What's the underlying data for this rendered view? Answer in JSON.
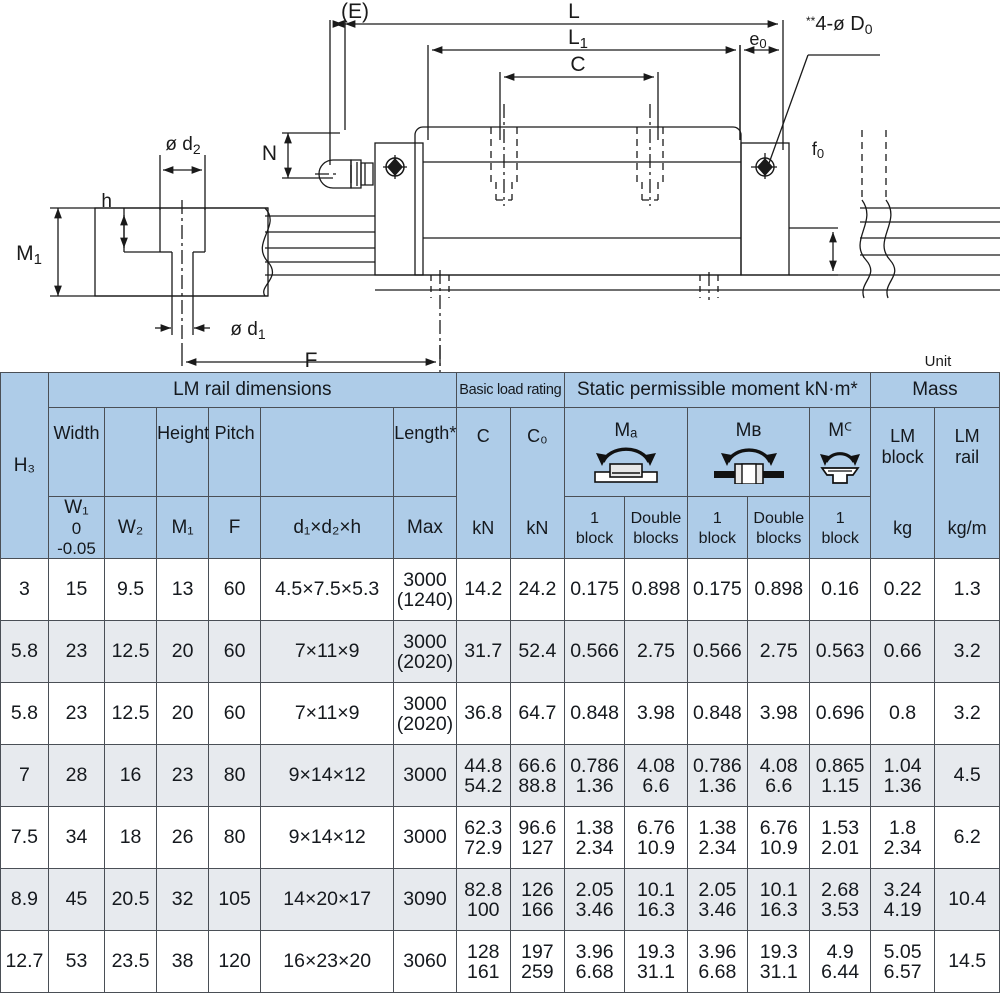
{
  "drawing": {
    "labels": {
      "E": "(E)",
      "L": "L",
      "L1": "L₁",
      "C": "C",
      "e0": "e₀",
      "f0": "f₀",
      "D0_note": "**4-ø D₀",
      "N": "N",
      "d2": "ø d₂",
      "d1": "ø d₁",
      "h": "h",
      "M1": "M₁",
      "F": "F"
    }
  },
  "table": {
    "unit_note": "Unit",
    "group_headers": {
      "lm_rail_dimensions": "LM rail dimensions",
      "basic_load_rating": "Basic load rating",
      "static_moment": "Static permissible moment kN·m*",
      "mass": "Mass"
    },
    "sub_headers": {
      "width": "Width",
      "height": "Height",
      "pitch": "Pitch",
      "length": "Length*",
      "MA": "Mₐ",
      "MB": "Mʙ",
      "MC": "Mꟲ",
      "lm_block": "LM\nblock",
      "lm_rail": "LM\nrail"
    },
    "symbols": {
      "H3": "H₃",
      "W1": "W₁",
      "W1_tol_upper": "0",
      "W1_tol_lower": "-0.05",
      "W2": "W₂",
      "M1": "M₁",
      "F": "F",
      "dims": "d₁×d₂×h",
      "max": "Max",
      "C": "C",
      "C0": "C₀"
    },
    "units": {
      "C_kn": "kN",
      "C0_kn": "kN",
      "one_block": "1\nblock",
      "double_blocks": "Double\nblocks",
      "kg": "kg",
      "kgm": "kg/m"
    },
    "columns": [
      "H3",
      "W1",
      "W2",
      "M1",
      "F",
      "d1xd2xh",
      "Max",
      "C",
      "C0",
      "MA_1block",
      "MA_double",
      "MB_1block",
      "MB_double",
      "MC_1block",
      "mass_block",
      "mass_rail"
    ],
    "rows": [
      {
        "H3": "3",
        "W1": "15",
        "W2": "9.5",
        "M1": "13",
        "F": "60",
        "dims": "4.5×7.5×5.3",
        "max": "3000\n(1240)",
        "C": "14.2",
        "C0": "24.2",
        "MA1": "0.175",
        "MAd": "0.898",
        "MB1": "0.175",
        "MBd": "0.898",
        "MC1": "0.16",
        "mass_block": "0.22",
        "mass_rail": "1.3"
      },
      {
        "H3": "5.8",
        "W1": "23",
        "W2": "12.5",
        "M1": "20",
        "F": "60",
        "dims": "7×11×9",
        "max": "3000\n(2020)",
        "C": "31.7",
        "C0": "52.4",
        "MA1": "0.566",
        "MAd": "2.75",
        "MB1": "0.566",
        "MBd": "2.75",
        "MC1": "0.563",
        "mass_block": "0.66",
        "mass_rail": "3.2"
      },
      {
        "H3": "5.8",
        "W1": "23",
        "W2": "12.5",
        "M1": "20",
        "F": "60",
        "dims": "7×11×9",
        "max": "3000\n(2020)",
        "C": "36.8",
        "C0": "64.7",
        "MA1": "0.848",
        "MAd": "3.98",
        "MB1": "0.848",
        "MBd": "3.98",
        "MC1": "0.696",
        "mass_block": "0.8",
        "mass_rail": "3.2"
      },
      {
        "H3": "7",
        "W1": "28",
        "W2": "16",
        "M1": "23",
        "F": "80",
        "dims": "9×14×12",
        "max": "3000",
        "C": "44.8\n54.2",
        "C0": "66.6\n88.8",
        "MA1": "0.786\n1.36",
        "MAd": "4.08\n6.6",
        "MB1": "0.786\n1.36",
        "MBd": "4.08\n6.6",
        "MC1": "0.865\n1.15",
        "mass_block": "1.04\n1.36",
        "mass_rail": "4.5"
      },
      {
        "H3": "7.5",
        "W1": "34",
        "W2": "18",
        "M1": "26",
        "F": "80",
        "dims": "9×14×12",
        "max": "3000",
        "C": "62.3\n72.9",
        "C0": "96.6\n127",
        "MA1": "1.38\n2.34",
        "MAd": "6.76\n10.9",
        "MB1": "1.38\n2.34",
        "MBd": "6.76\n10.9",
        "MC1": "1.53\n2.01",
        "mass_block": "1.8\n2.34",
        "mass_rail": "6.2"
      },
      {
        "H3": "8.9",
        "W1": "45",
        "W2": "20.5",
        "M1": "32",
        "F": "105",
        "dims": "14×20×17",
        "max": "3090",
        "C": "82.8\n100",
        "C0": "126\n166",
        "MA1": "2.05\n3.46",
        "MAd": "10.1\n16.3",
        "MB1": "2.05\n3.46",
        "MBd": "10.1\n16.3",
        "MC1": "2.68\n3.53",
        "mass_block": "3.24\n4.19",
        "mass_rail": "10.4"
      },
      {
        "H3": "12.7",
        "W1": "53",
        "W2": "23.5",
        "M1": "38",
        "F": "120",
        "dims": "16×23×20",
        "max": "3060",
        "C": "128\n161",
        "C0": "197\n259",
        "MA1": "3.96\n6.68",
        "MAd": "19.3\n31.1",
        "MB1": "3.96\n6.68",
        "MBd": "19.3\n31.1",
        "MC1": "4.9\n6.44",
        "mass_block": "5.05\n6.57",
        "mass_rail": "14.5"
      }
    ]
  },
  "colors": {
    "header_bg": "#aecce8",
    "row_alt_bg": "#e7eaee",
    "row_bg": "#ffffff",
    "border": "#4a4f56",
    "line": "#1a1a1a"
  }
}
